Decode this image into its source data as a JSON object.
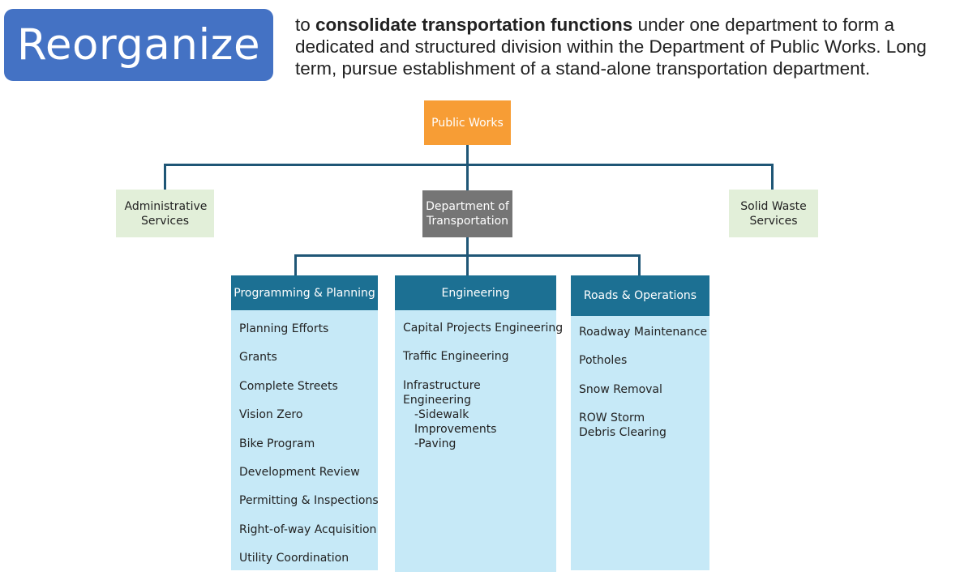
{
  "header": {
    "badge": "Reorganize",
    "intro_prefix": "to ",
    "intro_bold": "consolidate transportation functions",
    "intro_rest": " under one department to form a dedicated and structured division within the Department of Public Works. Long term, pursue establishment of a stand-alone transportation department."
  },
  "colors": {
    "badge": "#4472c4",
    "public_works": "#f79d35",
    "department": "#757575",
    "side_units": "#e2efd9",
    "column_header": "#1c7093",
    "column_body": "#c6e9f7",
    "connector": "#1f5676"
  },
  "org": {
    "top": "Public Works",
    "left": "Administrative Services",
    "center": "Department of Transportation",
    "right": "Solid Waste Services"
  },
  "columns": [
    {
      "title": "Programming & Planning",
      "items": [
        "Planning Efforts",
        "Grants",
        "Complete Streets",
        "Vision Zero",
        "Bike Program",
        "Development Review",
        "Permitting & Inspections",
        "Right-of-way Acquisition",
        "Utility Coordination"
      ]
    },
    {
      "title": "Engineering",
      "items": [
        "Capital Projects Engineering",
        "Traffic Engineering",
        "Infrastructure Engineering"
      ],
      "subitems": [
        "-Sidewalk Improvements",
        "-Paving"
      ]
    },
    {
      "title": "Roads & Operations",
      "items": [
        "Roadway Maintenance",
        "Potholes",
        "Snow Removal",
        "ROW Storm Debris Clearing"
      ]
    }
  ]
}
